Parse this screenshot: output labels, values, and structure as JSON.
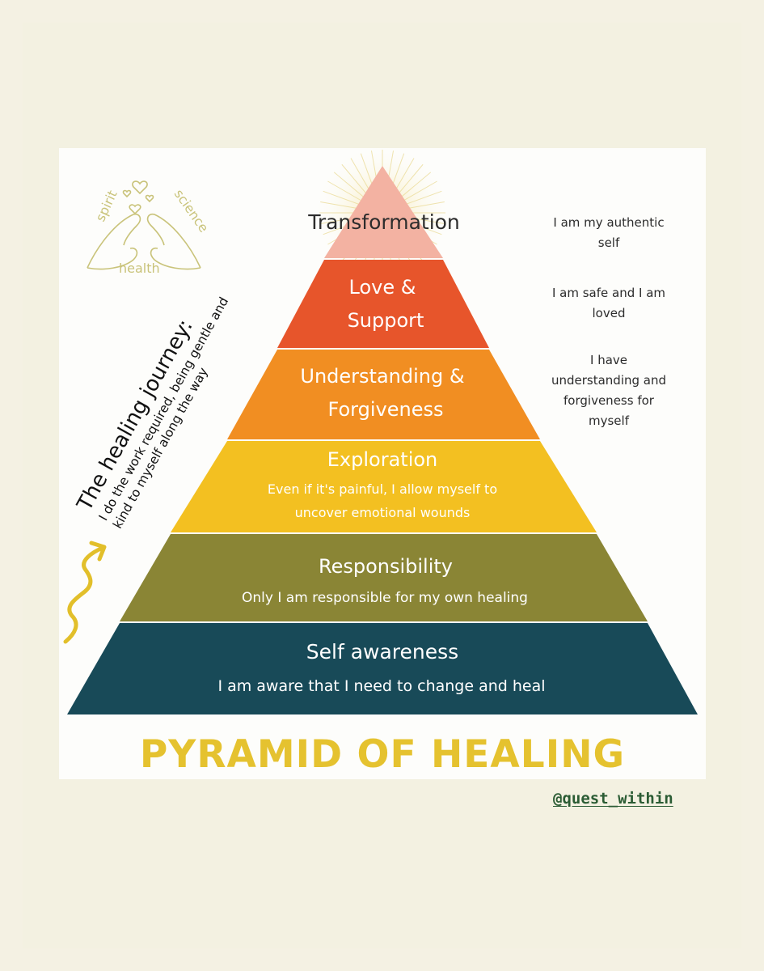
{
  "logo": {
    "words": [
      "spirit",
      "science",
      "health"
    ],
    "color": "#c9c37a"
  },
  "journey": {
    "title": "The healing journey:",
    "subtitle_line1": "I do the work required, being gentle and",
    "subtitle_line2": "kind to myself along the way",
    "arrow_color": "#e2bf2a"
  },
  "pyramid": {
    "levels": [
      {
        "title": "Transformation",
        "color": "#f3b2a2",
        "title_color": "#2c2c2c"
      },
      {
        "title_line1": "Love &",
        "title_line2": "Support",
        "color": "#e7552b"
      },
      {
        "title_line1": "Understanding &",
        "title_line2": "Forgiveness",
        "color": "#f18e22"
      },
      {
        "title": "Exploration",
        "subtitle_line1": "Even if it's painful, I allow myself to",
        "subtitle_line2": "uncover emotional wounds",
        "color": "#f3c021"
      },
      {
        "title": "Responsibility",
        "subtitle": "Only I am responsible for my own healing",
        "color": "#8a8535"
      },
      {
        "title": "Self awareness",
        "subtitle": "I am aware that I need to change and heal",
        "color": "#184a58"
      }
    ]
  },
  "side_notes": [
    {
      "line1": "I am my authentic",
      "line2": "self"
    },
    {
      "line1": "I am safe and I am",
      "line2": "loved"
    },
    {
      "line1": "I have",
      "line2": "understanding and",
      "line3": "forgiveness for",
      "line4": "myself"
    }
  ],
  "footer": {
    "title": "PYRAMID OF HEALING",
    "title_color": "#e5c22f",
    "handle": "@quest_within",
    "handle_color": "#2b5c34"
  }
}
